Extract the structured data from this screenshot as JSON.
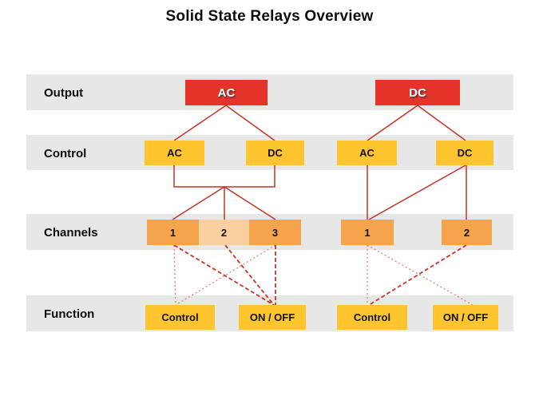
{
  "title": "Solid State Relays Overview",
  "row_labels": {
    "output": "Output",
    "control": "Control",
    "channels": "Channels",
    "function": "Function"
  },
  "diagram": {
    "ac_group": {
      "output": "AC",
      "controls": [
        "AC",
        "DC"
      ],
      "channels": [
        "1",
        "2",
        "3"
      ],
      "functions": [
        "Control",
        "ON / OFF"
      ]
    },
    "dc_group": {
      "output": "DC",
      "controls": [
        "AC",
        "DC"
      ],
      "channels": [
        "1",
        "2"
      ],
      "functions": [
        "Control",
        "ON / OFF"
      ]
    }
  },
  "colors": {
    "output_box": "#e5332a",
    "control_box": "#ffc52f",
    "channel_box": "#f6a44c",
    "channel_box_light": "#fbd09f",
    "function_box": "#ffc52f",
    "row_band": "#e7e7e7",
    "connector_solid": "#c63328",
    "connector_dotted": "#e0826f"
  }
}
